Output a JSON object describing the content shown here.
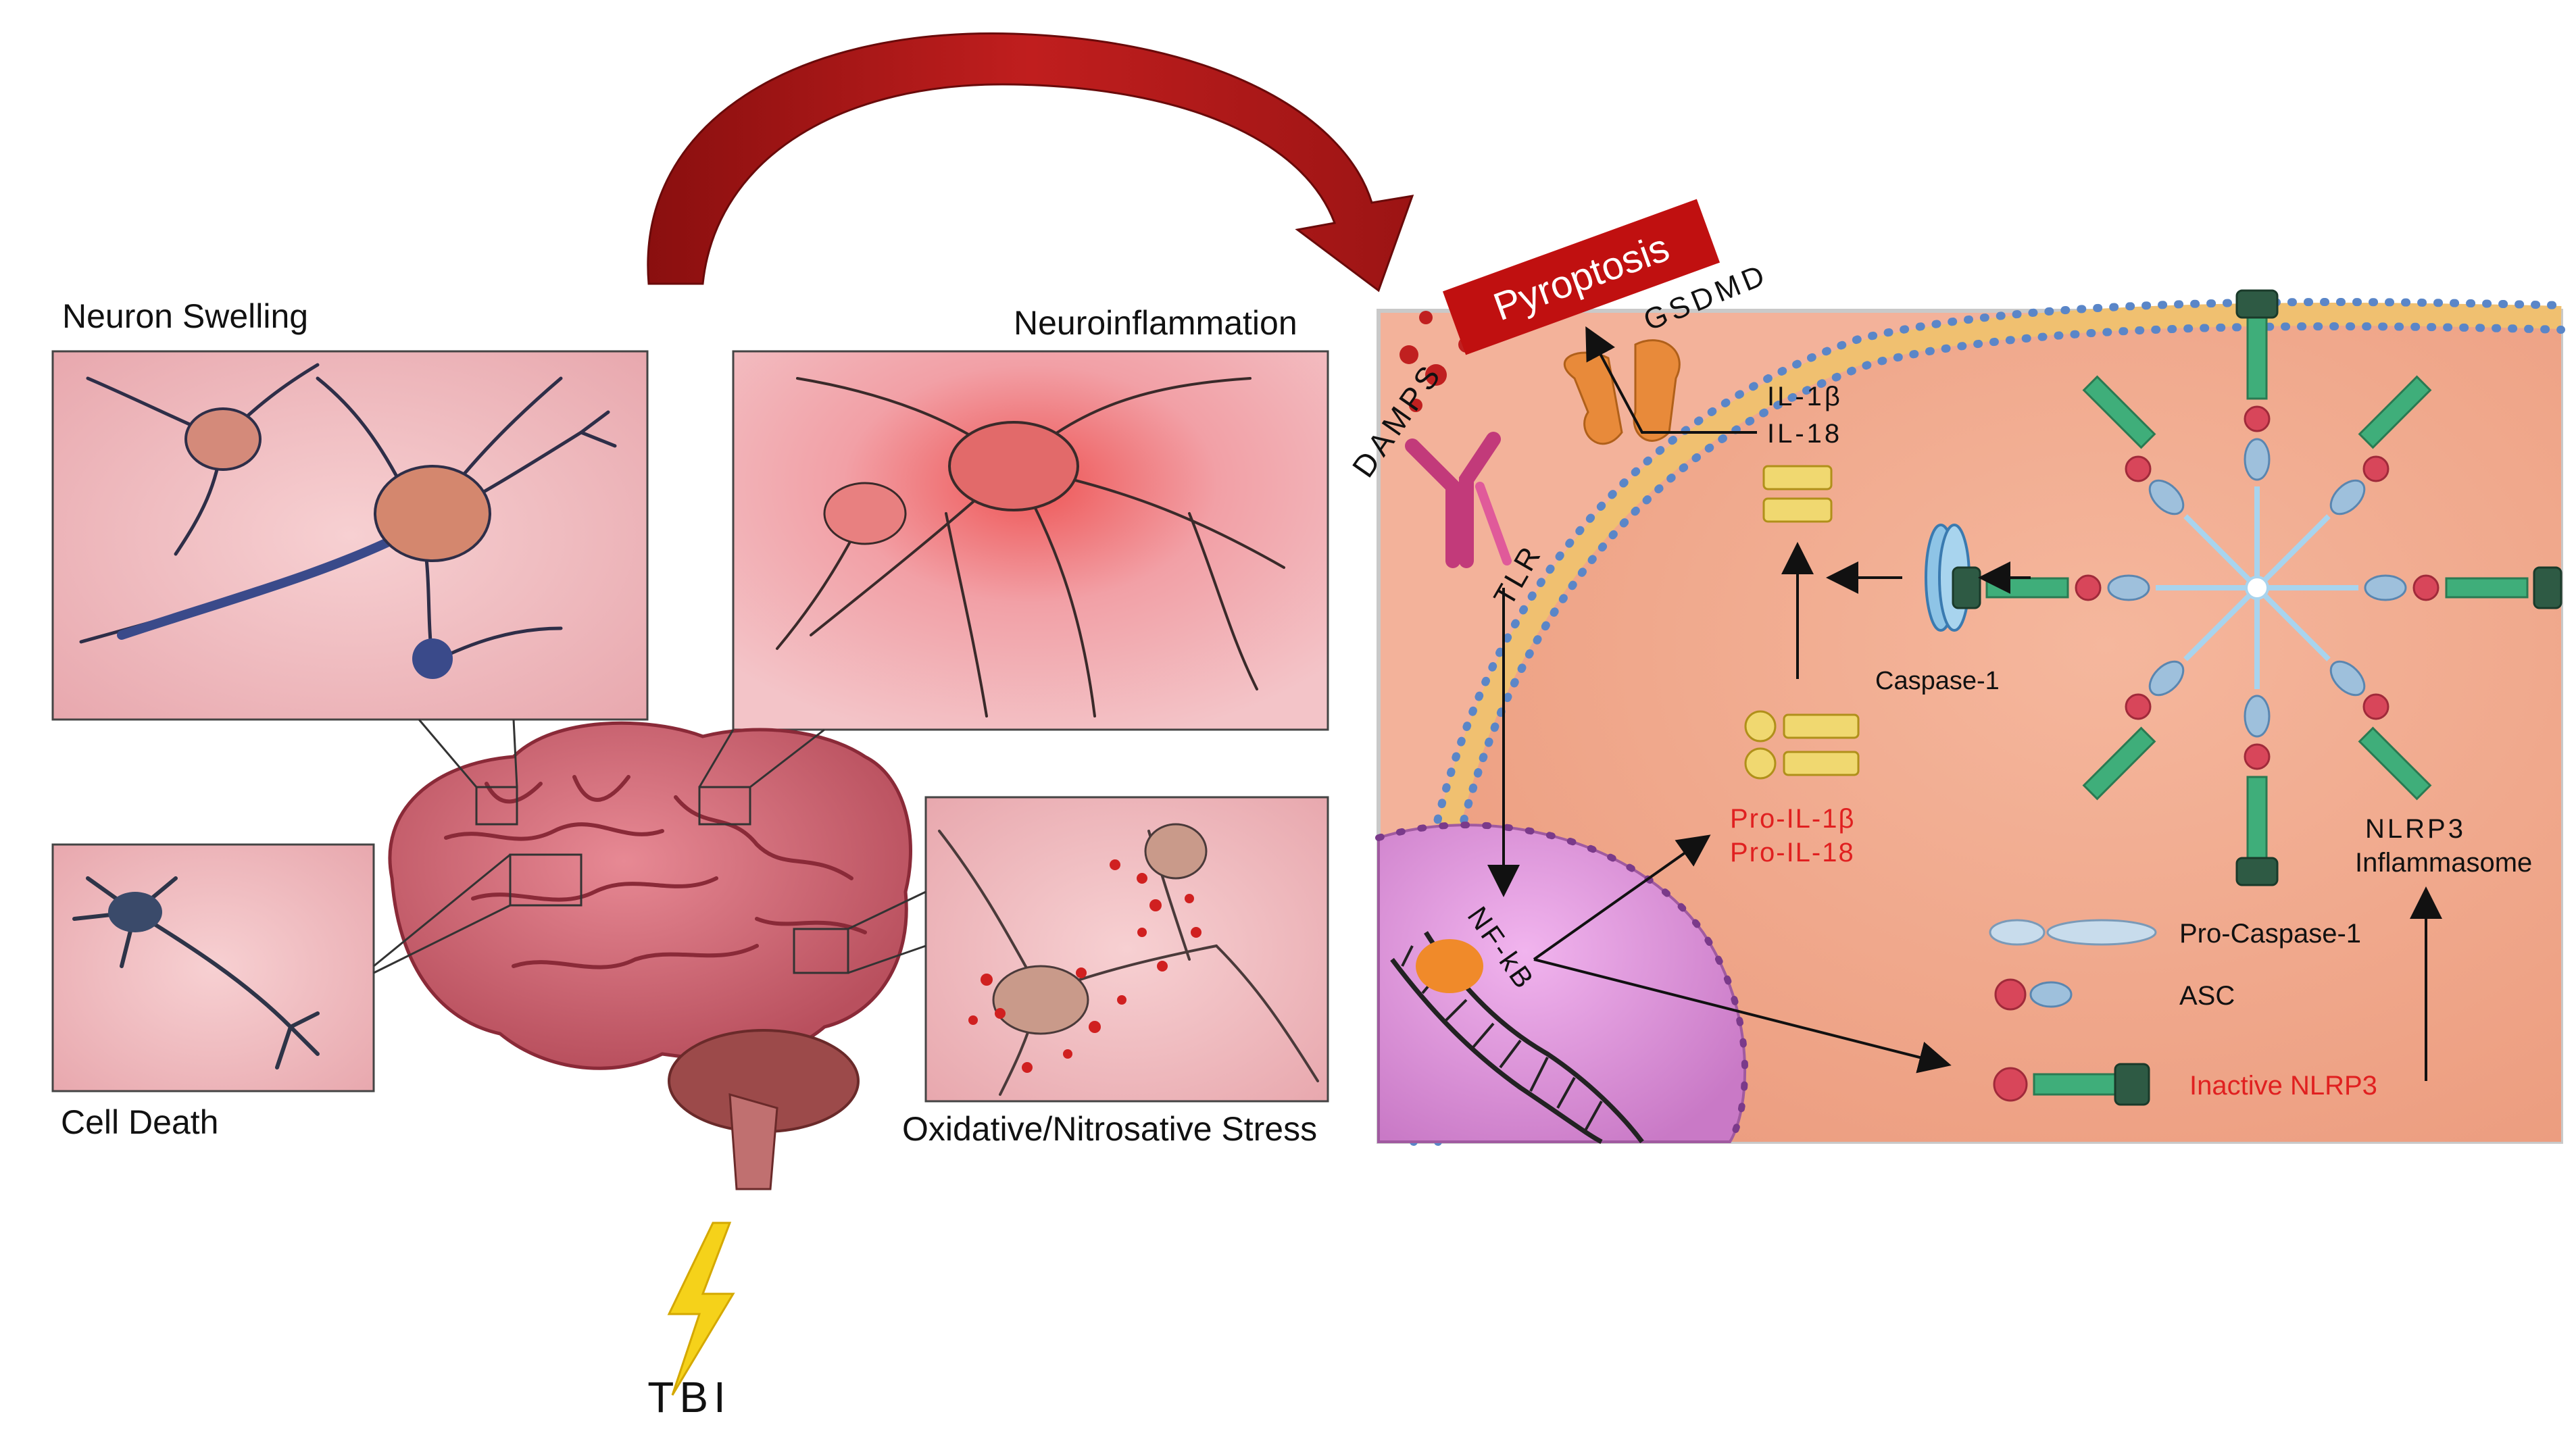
{
  "panels": {
    "neuron_swelling": "Neuron Swelling",
    "neuroinflammation": "Neuroinflammation",
    "cell_death": "Cell Death",
    "oxidative_stress": "Oxidative/Nitrosative Stress"
  },
  "trigger": {
    "label": "TBI"
  },
  "cell": {
    "pyroptosis": "Pyroptosis",
    "gsdmd": "GSDMD",
    "damps": "DAMPS",
    "tlr": "TLR",
    "il1b": "IL-1β",
    "il18": "IL-18",
    "caspase1": "Caspase-1",
    "pro_il1b": "Pro-IL-1β",
    "pro_il18": "Pro-IL-18",
    "nfkb": "NF-kB",
    "nlrp3_line1": "NLRP3",
    "nlrp3_line2": "Inflammasome",
    "legend_pro_caspase": "Pro-Caspase-1",
    "legend_asc": "ASC",
    "legend_inactive_nlrp3": "Inactive NLRP3"
  },
  "colors": {
    "arrow_red": "#b01818",
    "label_red": "#e02020",
    "bolt_yellow": "#f5d21a",
    "cell_bg": "#f2a688",
    "nucleus": "#d98ad6",
    "membrane_dots": "#5a86c8",
    "nlrp3_green": "#3fae7a",
    "asc_red": "#d8465a"
  },
  "icons": [
    "lightning-bolt-icon",
    "brain-illustration",
    "neuron-illustration",
    "tlr-receptor-icon",
    "gsdmd-pore-icon",
    "dna-helix-icon",
    "inflammasome-icon"
  ]
}
